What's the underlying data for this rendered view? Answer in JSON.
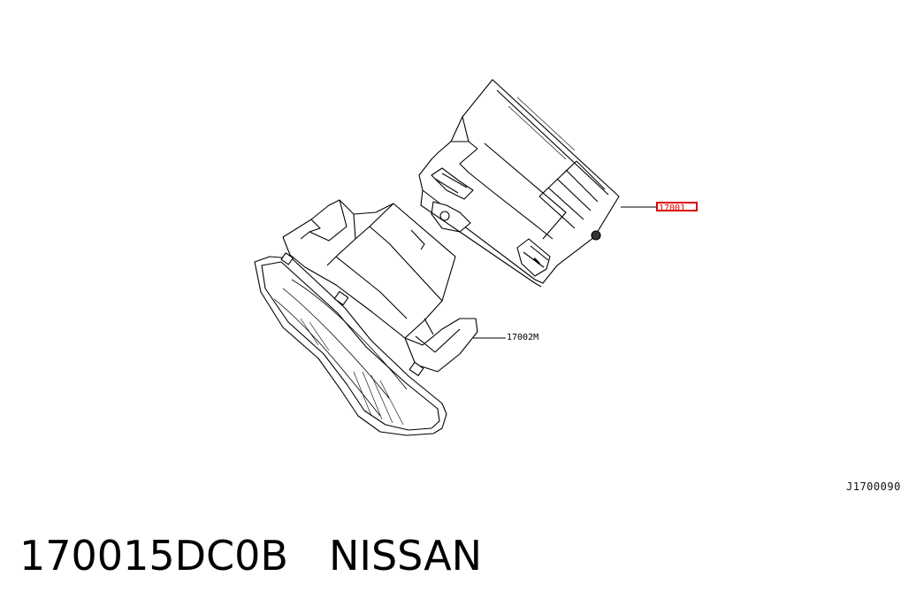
{
  "diagram": {
    "parts": [
      {
        "code": "17001",
        "highlight_color": "#e00000"
      },
      {
        "code": "17002M"
      }
    ],
    "drawing_code": "J1700090"
  },
  "caption": {
    "part_number": "170015DC0B",
    "brand": "NISSAN"
  }
}
